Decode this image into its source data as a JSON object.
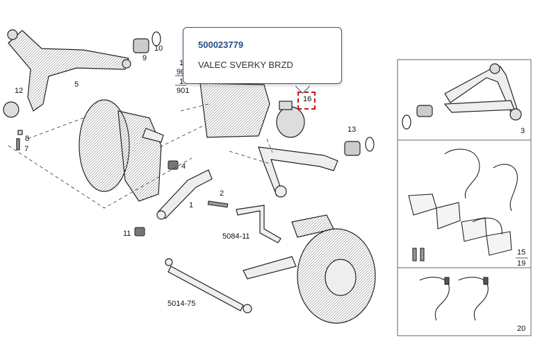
{
  "tooltip": {
    "part_number": "500023779",
    "part_name": "VALEC SVERKY BRZD"
  },
  "callouts": {
    "c1": "1",
    "c2": "2",
    "c3": "3",
    "c4": "4",
    "c5": "5",
    "c7": "7",
    "c8": "8",
    "c9": "9",
    "c10": "10",
    "c11": "11",
    "c12": "12",
    "c13": "13",
    "c15": "15",
    "c16": "16",
    "c19": "19",
    "c20": "20",
    "frac_top": "1",
    "frac_901a": "90",
    "frac_mid": "1",
    "frac_901b": "901",
    "ref_5084": "5084-11",
    "ref_5014": "5014-75"
  },
  "colors": {
    "accent": "#2a5a86",
    "highlight": "#cc1111",
    "line": "#222222"
  }
}
